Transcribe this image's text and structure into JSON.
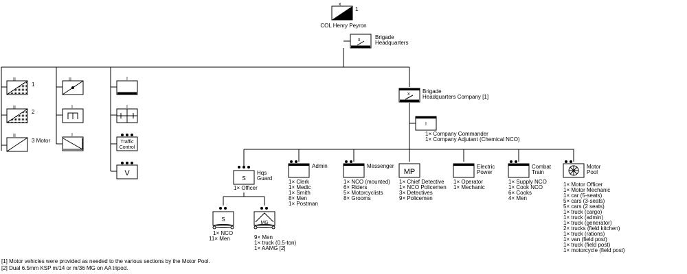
{
  "commander": {
    "number": "1",
    "label": "COL Henry Peyron"
  },
  "hq": {
    "label_lines": [
      "Brigade",
      "Headquarters"
    ]
  },
  "regiments": [
    {
      "label": "1"
    },
    {
      "label": "2"
    },
    {
      "label": "3 Motor"
    }
  ],
  "support": {
    "traffic_lines": [
      "Traffic",
      "Control"
    ],
    "v_glyph": "V"
  },
  "hq_company": {
    "label_lines": [
      "Brigade",
      "Headquarters Company [1]"
    ],
    "hq_symbol_text": "I",
    "hq_lines": [
      "1× Company Commander",
      "1× Company Adjutant (Chemical NCO)"
    ]
  },
  "sections": [
    {
      "id": "guard",
      "symbol": "S",
      "label_lines": [
        "Hqs",
        "Guard"
      ],
      "lines": [
        "1× Officer"
      ]
    },
    {
      "id": "admin",
      "symbol": "",
      "label_lines": [
        "Admin"
      ],
      "lines": [
        "1× Clerk",
        "1× Medic",
        "1× Smith",
        "8× Men",
        "1× Postman"
      ]
    },
    {
      "id": "messenger",
      "symbol": "",
      "label_lines": [
        "Messenger"
      ],
      "lines": [
        "1× NCO (mounted)",
        "6× Riders",
        "5× Motorcyclists",
        "8× Grooms"
      ]
    },
    {
      "id": "mp",
      "symbol": "MP",
      "label_lines": [],
      "lines": [
        "1× Chief Detective",
        "1× NCO Policemen",
        "3× Detectives",
        "9× Policemen"
      ]
    },
    {
      "id": "power",
      "symbol": "",
      "label_lines": [
        "Electric",
        "Power"
      ],
      "lines": [
        "1× Operator",
        "1× Mechanic"
      ]
    },
    {
      "id": "train",
      "symbol": "",
      "label_lines": [
        "Combat",
        "Train"
      ],
      "lines": [
        "1× Supply NCO",
        "1× Cook NCO",
        "6× Cooks",
        "4× Men"
      ]
    },
    {
      "id": "motorpool",
      "symbol": "",
      "label_lines": [
        "Motor",
        "Pool"
      ],
      "lines": [
        "1× Motor Officer",
        "1× Motor Mechanic",
        "1× car (5-seats)",
        "5× cars (3-seats)",
        "5× cars (2 seats)",
        "1× truck (cargo)",
        "1× truck (admin)",
        "1× truck (generator)",
        "2× trucks (field kitchen)",
        "1× truck (rations)",
        "1× van (field post)",
        "1× truck (field post)",
        "1× motorcycle (field post)"
      ]
    }
  ],
  "guard_squads": [
    {
      "symbol": "S",
      "lines": [
        "1× NCO",
        "11× Men"
      ]
    },
    {
      "symbol": "MG",
      "lines": [
        "9× Men",
        "1× truck (0.5-ton)",
        "1× AAMG [2]"
      ]
    }
  ],
  "footnotes": [
    "[1] Motor vehicles were provided as needed to the various sections by the Motor Pool.",
    "[2] Dual 6.5mm KSP m/14 or m/36 MG on AA tripod."
  ]
}
